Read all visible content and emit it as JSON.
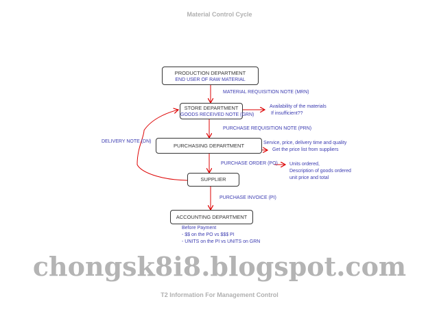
{
  "title": "Material Control Cycle",
  "footer": "T2 Information For Management Control",
  "watermark": "chongsk8i8.blogspot.com",
  "colors": {
    "arrow": "#dd0000",
    "note_text": "#3a3ab0",
    "title": "#b0b0b0"
  },
  "nodes": {
    "production": {
      "label": "PRODUCTION DEPARTMENT",
      "sub": "END USER OF RAW MATERIAL"
    },
    "store": {
      "label": "STORE DEPARTMENT",
      "sub": "GOODS RECEIVED NOTE (GRN)"
    },
    "purchasing": {
      "label": "PURCHASING DEPARTMENT"
    },
    "supplier": {
      "label": "SUPPLIER"
    },
    "accounting": {
      "label": "ACCOUNTING DEPARTMENT"
    }
  },
  "edges": {
    "mrn": "MATERIAL REQUISITION NOTE (MRN)",
    "prn": "PURCHASE REQUISITION NOTE (PRN)",
    "po": "PURCHASE ORDER (PO)",
    "pi": "PURCHASE INVOICE (PI)",
    "dn": "DELIVERY NOTE (DN)"
  },
  "notes": {
    "store": [
      "Availability of the materials",
      "If insufficient??"
    ],
    "purchasing": [
      "Service, price, delivery time and quality",
      "Get the price list from suppliers"
    ],
    "po": [
      "Units ordered,",
      "Description of goods ordered",
      "unit price and total"
    ],
    "accounting": [
      "Before Payment",
      "- $$ on the PO vs $$$ PI",
      "- UNITS on the PI vs UNITS on GRN"
    ]
  }
}
